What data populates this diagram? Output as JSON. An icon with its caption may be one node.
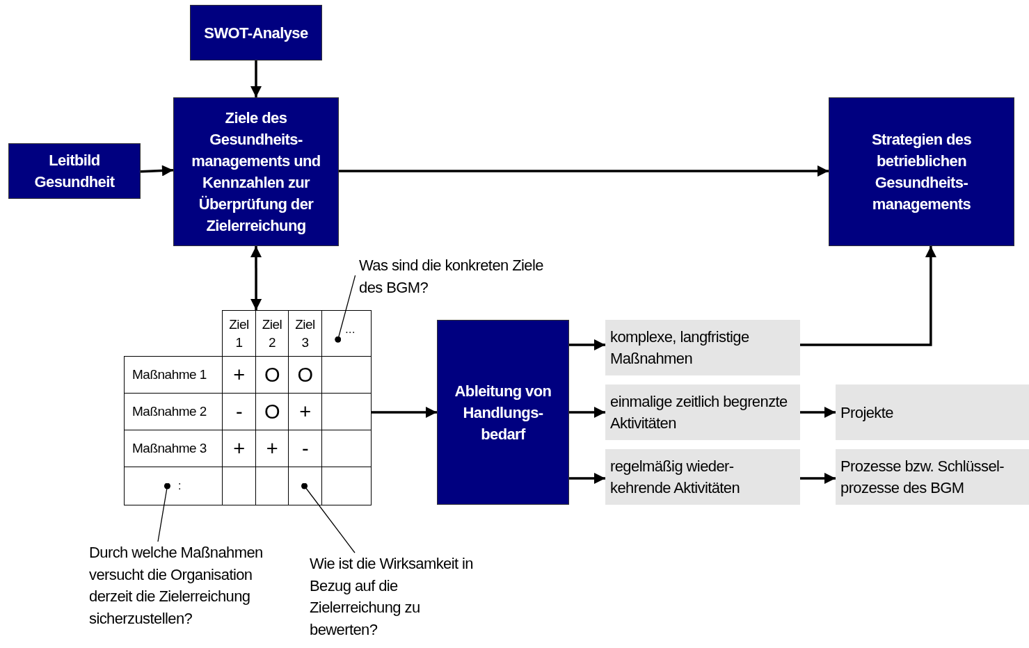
{
  "diagram": {
    "nodes": [
      {
        "text": [
          "SWOT-Analyse"
        ]
      },
      {
        "text": [
          "Ziele des Gesundheits- managements und Kennzahlen zur Überprüfung der Zielerreichung"
        ]
      },
      {
        "text": [
          "Leitbild Gesundheit"
        ]
      },
      {
        "text": [
          "Strategien des betrieblichen Gesundheits- managements"
        ]
      },
      {
        "text": [],
        "shape": "table"
      },
      {
        "text": [
          "···"
        ],
        "in": 4
      },
      {
        "text": [
          ":"
        ],
        "in": 4
      },
      {
        "text": [],
        "shape": "box",
        "in": 4
      },
      {
        "text": [
          "Was sind die konkreten Ziele des BGM?"
        ]
      },
      {
        "text": [
          "Durch welche Maßnahmen versucht die Organisation derzeit die Zielerreichung sicherzustellen?"
        ]
      },
      {
        "text": [
          "Wie ist die Wirksamkeit in Bezug auf die Zielerreichung zu bewerten?"
        ]
      },
      {
        "text": [
          "Ableitung von Handlungs- bedarf"
        ]
      },
      {
        "text": [
          "komplexe, langfristige Maßnahmen"
        ]
      },
      {
        "text": [
          "einmalige zeitlich begrenzte Aktivitäten"
        ]
      },
      {
        "text": [
          "regelmäßig wieder- kehrende Aktivitäten"
        ]
      },
      {
        "text": [
          "Projekte"
        ]
      },
      {
        "text": [
          "Prozesse bzw. Schlüssel- prozesse des BGM"
        ]
      }
    ],
    "edges": [
      {
        "from": 0,
        "to": 1,
        "arrow": "to"
      },
      {
        "from": 2,
        "to": 1,
        "arrow": "to"
      },
      {
        "from": 1,
        "to": 3,
        "arrow": "to"
      },
      {
        "from": 1,
        "to": 4,
        "arrow": "both"
      },
      {
        "from": 4,
        "to": 11,
        "arrow": "to"
      },
      {
        "from": 11,
        "to": 12,
        "arrow": "to"
      },
      {
        "from": 11,
        "to": 13,
        "arrow": "to"
      },
      {
        "from": 11,
        "to": 14,
        "arrow": "to"
      },
      {
        "from": 12,
        "to": 3,
        "arrow": "to"
      },
      {
        "from": 13,
        "to": 15,
        "arrow": "to"
      },
      {
        "from": 14,
        "to": 16,
        "arrow": "to"
      },
      {
        "from": 8,
        "to": 5,
        "arrow": "other"
      },
      {
        "from": 9,
        "to": 6,
        "arrow": "other"
      },
      {
        "from": 10,
        "to": 7,
        "arrow": "other"
      }
    ],
    "labels": [
      "Ziel 1",
      "Ziel 2",
      "Ziel 3",
      "Maßnahme 1",
      "+",
      "O",
      "O",
      "Maßnahme 2",
      "-",
      "O",
      "+",
      "Maßnahme 3",
      "+",
      "+",
      "-"
    ]
  }
}
